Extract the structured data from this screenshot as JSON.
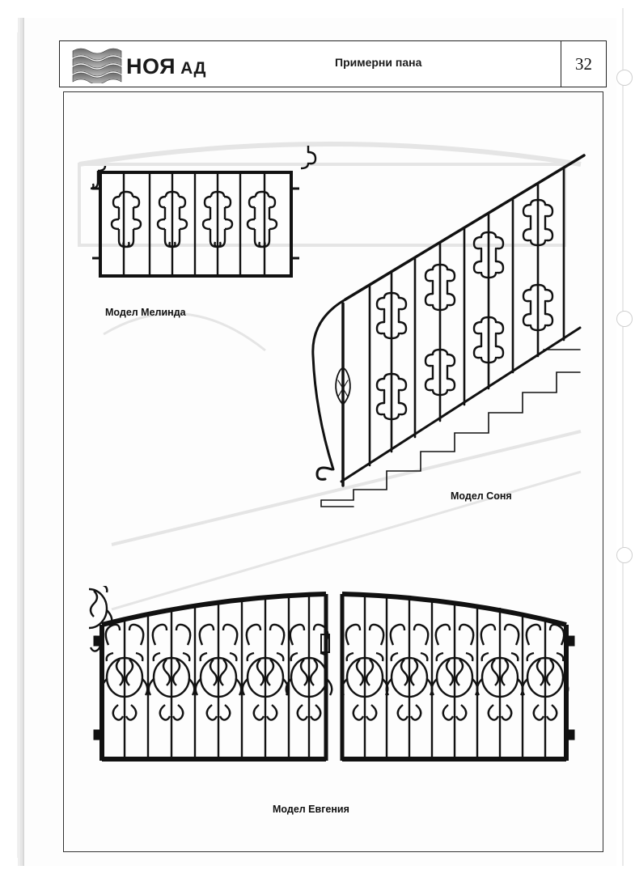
{
  "header": {
    "logo_text": "НОЯ",
    "logo_suffix": "АД",
    "title": "Примерни пана",
    "page_number": "32"
  },
  "models": {
    "melinda": "Модел Мелинда",
    "sonya": "Модел Соня",
    "evgeniya": "Модел Евгения"
  }
}
